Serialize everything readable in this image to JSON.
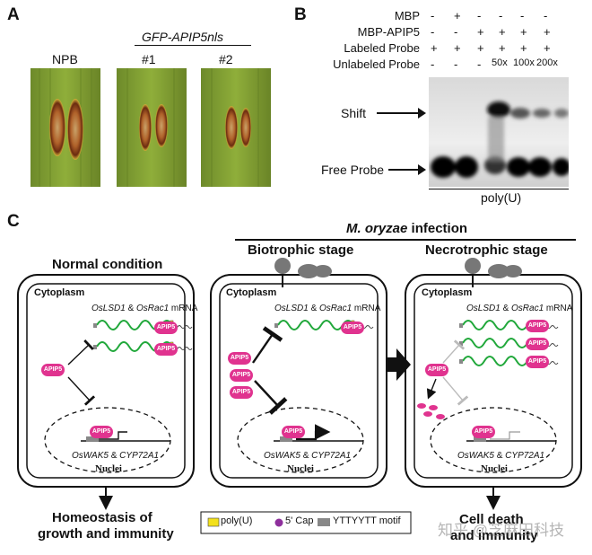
{
  "panelA": {
    "letter": "A",
    "group_label": "GFP-APIP5nls",
    "samples": [
      "NPB",
      "#1",
      "#2"
    ]
  },
  "panelB": {
    "letter": "B",
    "rows": [
      {
        "label": "MBP",
        "signs": [
          "-",
          "+",
          "-",
          "-",
          "-",
          "-"
        ]
      },
      {
        "label": "MBP-APIP5",
        "signs": [
          "-",
          "-",
          "+",
          "+",
          "+",
          "+"
        ]
      },
      {
        "label": "Labeled Probe",
        "signs": [
          "+",
          "+",
          "+",
          "+",
          "+",
          "+"
        ]
      },
      {
        "label": "Unlabeled Probe",
        "signs": [
          "-",
          "-",
          "-",
          "50x",
          "100x",
          "200x"
        ]
      }
    ],
    "shift_label": "Shift",
    "free_label": "Free Probe",
    "bottom_label": "poly(U)"
  },
  "panelC": {
    "letter": "C",
    "infection_title_italic": "M. oryzae",
    "infection_title_rest": " infection",
    "normal_title": "Normal condition",
    "biotrophic_title": "Biotrophic stage",
    "necrotrophic_title": "Necrotrophic stage",
    "cytoplasm": "Cytoplasm",
    "nuclei": "Nuclei",
    "mrna_gene1": "OsLSD1",
    "mrna_amp": " & ",
    "mrna_gene2": "OsRac1",
    "mrna_suffix": " mRNA",
    "gene1": "OsWAK5",
    "gene_amp": " & ",
    "gene2": "CYP72A1",
    "protein": "APIP5",
    "outcome_normal_1": "Homeostasis of",
    "outcome_normal_2": "growth and immunity",
    "outcome_necro_1": "Cell death",
    "outcome_necro_2": "and immunity",
    "legend": {
      "polyu": "poly(U)",
      "cap": "5' Cap",
      "motif": "YTTYYTT motif"
    },
    "watermark": "知乎 @芝麻田科技"
  },
  "colors": {
    "apip5": "#e0338f",
    "mrna": "#21a83b",
    "polyu": "#f3e11c",
    "cap": "#8e2f9c",
    "motif": "#888888"
  }
}
